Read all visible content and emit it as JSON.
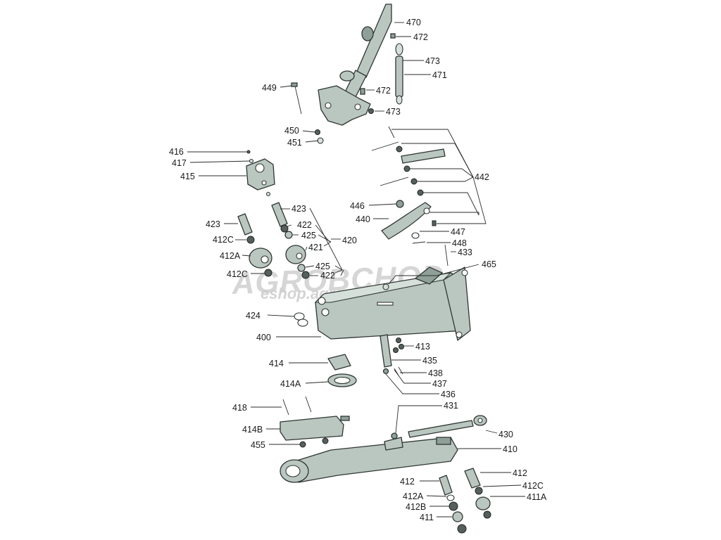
{
  "watermark": {
    "brand": "AGROBCHOD",
    "url": "eshop.agroobchod.cz"
  },
  "labels": {
    "l470": "470",
    "l472a": "472",
    "l473a": "473",
    "l471": "471",
    "l449": "449",
    "l472b": "472",
    "l473b": "473",
    "l450": "450",
    "l451": "451",
    "l416": "416",
    "l417": "417",
    "l415": "415",
    "l442": "442",
    "l423a": "423",
    "l423b": "423",
    "l422a": "422",
    "l425a": "425",
    "l412c_a": "412C",
    "l421": "421",
    "l420": "420",
    "l412a_a": "412A",
    "l425b": "425",
    "l412c_b": "412C",
    "l422b": "422",
    "l446": "446",
    "l440": "440",
    "l447": "447",
    "l448": "448",
    "l433": "433",
    "l465": "465",
    "l424": "424",
    "l400": "400",
    "l413": "413",
    "l435": "435",
    "l438": "438",
    "l437": "437",
    "l436": "436",
    "l414": "414",
    "l414a": "414A",
    "l418": "418",
    "l414b": "414B",
    "l455": "455",
    "l431": "431",
    "l430": "430",
    "l410": "410",
    "l412_r": "412",
    "l412_l": "412",
    "l412c_r": "412C",
    "l412a_l": "412A",
    "l411a": "411A",
    "l412b": "412B",
    "l411": "411"
  }
}
